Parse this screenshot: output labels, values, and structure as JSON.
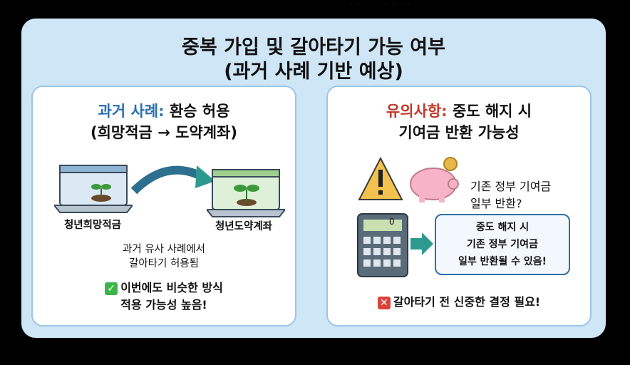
{
  "title": {
    "line1": "중복 가입 및 갈아타기 가능 여부",
    "line2": "(과거 사례 기반 예상)"
  },
  "left": {
    "head_accent": "과거 사례:",
    "head_rest": " 환승 허용",
    "head_line2": "(희망적금 → 도약계좌)",
    "from_label": "청년희망적금",
    "to_label": "청년도약계좌",
    "desc1": "과거 유사 사례에서",
    "desc2": "갈아타기 허용됨",
    "check_line1": "이번에도 비슷한 방식",
    "check_line2": "적용 가능성 높음!"
  },
  "right": {
    "head_accent": "유의사항:",
    "head_rest": " 중도 해지 시",
    "head_line2": "기여금 반환 가능성",
    "q1": "기존 정부 기여금",
    "q2": "일부 반환?",
    "calc_display": "0",
    "bubble1": "중도 해지 시",
    "bubble2": "기존 정부 기여금",
    "bubble3": "일부 반환될 수 있음!",
    "warn": "갈아타기 전 신중한 결정 필요!"
  },
  "colors": {
    "accent_blue": "#2a6fb0",
    "accent_red": "#c0392b",
    "panel_bg": "#cfe6f6"
  }
}
